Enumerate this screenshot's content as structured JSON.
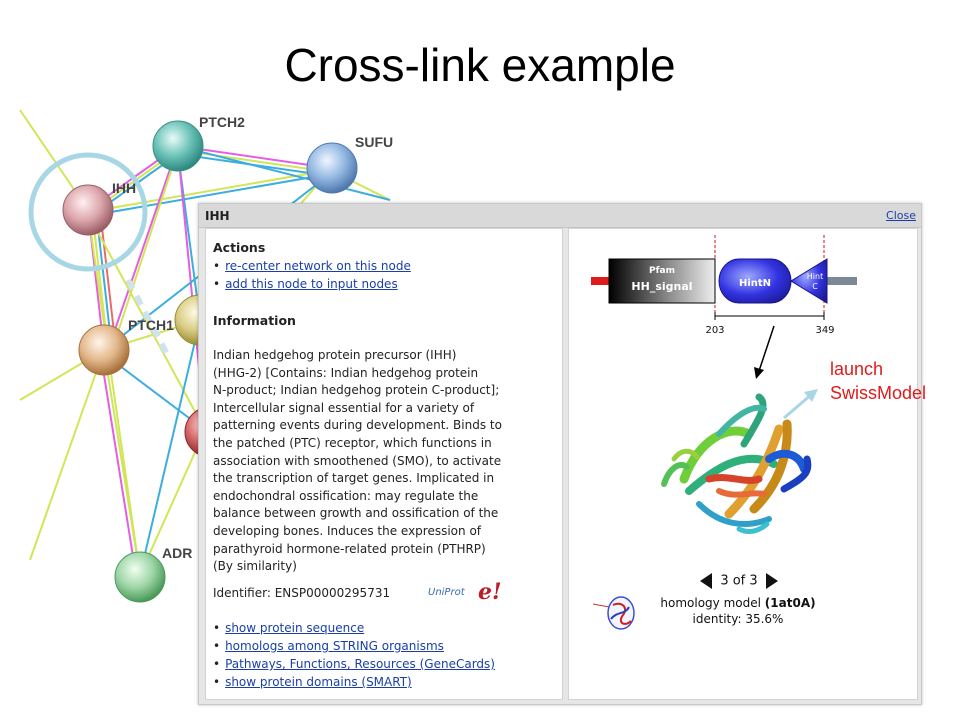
{
  "slide": {
    "title": "Cross-link example"
  },
  "network": {
    "nodes": [
      {
        "id": "ptch2",
        "label": "PTCH2"
      },
      {
        "id": "sufu",
        "label": "SUFU"
      },
      {
        "id": "ihh",
        "label": "IHH"
      },
      {
        "id": "ptch1",
        "label": "PTCH1"
      },
      {
        "id": "adr",
        "label": "ADR"
      }
    ]
  },
  "popup": {
    "title": "IHH",
    "close_label": "Close",
    "actions": {
      "heading": "Actions",
      "items": [
        "re-center network on this node",
        "add this node to input nodes"
      ]
    },
    "information": {
      "heading": "Information",
      "description": "Indian hedgehog protein precursor (IHH)\n(HHG-2) [Contains: Indian hedgehog protein\nN-product; Indian hedgehog protein C-product];\nIntercellular signal essential for a variety of\npatterning events during development. Binds to\nthe patched (PTC) receptor, which functions in\nassociation with smoothened (SMO), to activate\nthe transcription of target genes. Implicated in\nendochondral ossification: may regulate the\nbalance between growth and ossification of the\ndeveloping bones. Induces the expression of\nparathyroid hormone-related protein (PTHRP)\n(By similarity)",
      "identifier": "Identifier: ENSP00000295731",
      "uniprot_logo": "UniProt",
      "ensembl_logo": "e!"
    },
    "links": [
      "show protein sequence",
      "homologs among STRING organisms",
      "Pathways, Functions, Resources (GeneCards)",
      "show protein domains (SMART)"
    ],
    "domains": {
      "pfam_label": "Pfam",
      "hh_signal_label": "HH_signal",
      "hintn_label": "HintN",
      "hintc_label_1": "Hint",
      "hintc_label_2": "C",
      "start": "203",
      "end": "349"
    },
    "model": {
      "pager": "3 of 3",
      "caption_line1": "homology model",
      "template_id": "(1at0A)",
      "identity": "identity: 35.6%"
    }
  },
  "annotation": {
    "line1": "launch",
    "line2": "SwissModel"
  }
}
